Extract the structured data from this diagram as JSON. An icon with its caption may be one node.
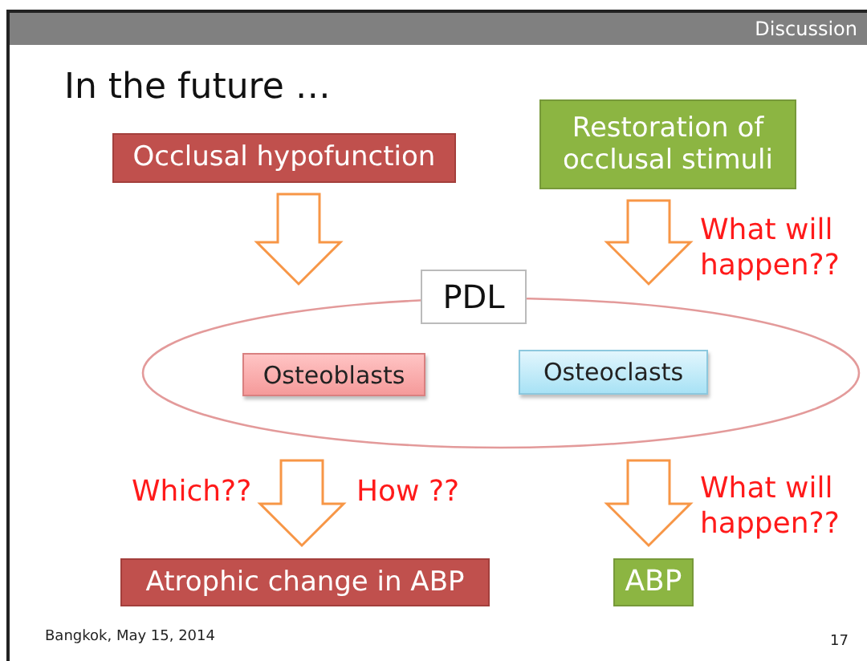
{
  "diagram": {
    "title": "In the future …",
    "nodes": [
      {
        "text": [
          "Occlusal hypofunction"
        ]
      },
      {
        "text": [
          "Restoration of occlusal stimuli"
        ]
      },
      {
        "text": [
          "PDL"
        ]
      },
      {
        "text": [
          "Osteoblasts"
        ],
        "in": 2
      },
      {
        "text": [
          "Osteoclasts"
        ],
        "in": 2
      },
      {
        "text": [
          "Atrophic change in ABP"
        ]
      },
      {
        "text": [
          "ABP"
        ]
      }
    ],
    "edges": [
      {
        "from": 0,
        "to": 2,
        "arrow": "to"
      },
      {
        "from": 1,
        "to": 2,
        "arrow": "to",
        "label": "What will happen??"
      },
      {
        "from": 2,
        "to": 5,
        "arrow": "to",
        "label": "Which??"
      },
      {
        "from": 2,
        "to": 6,
        "arrow": "to",
        "label": "What will happen??"
      }
    ],
    "labels": [
      "Discussion",
      "How ??",
      "Bangkok, May 15, 2014",
      "17"
    ]
  }
}
